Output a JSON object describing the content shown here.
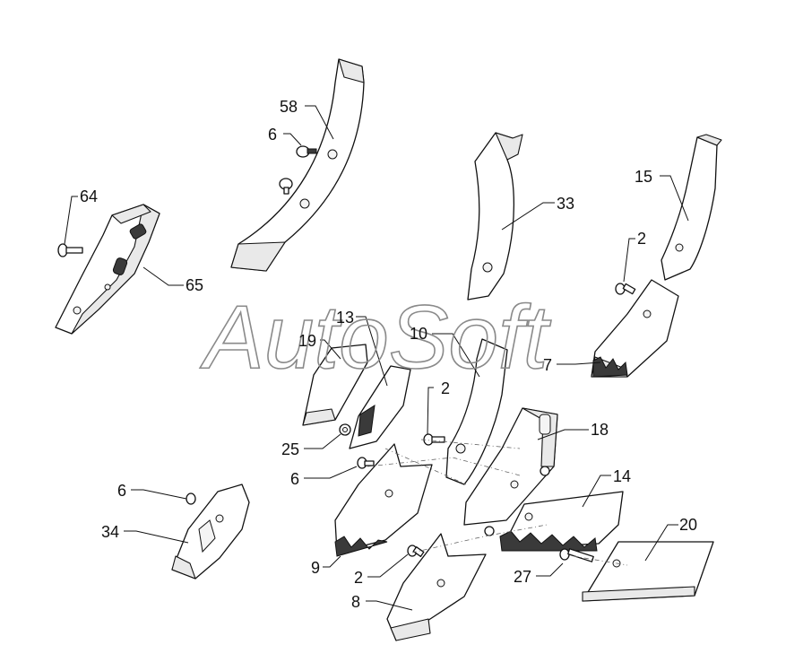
{
  "watermark": "AutoSoft",
  "callouts": {
    "c58": "58",
    "c6a": "6",
    "c64": "64",
    "c65": "65",
    "c33": "33",
    "c15": "15",
    "c2a": "2",
    "c7": "7",
    "c13": "13",
    "c19": "19",
    "c10": "10",
    "c2b": "2",
    "c18": "18",
    "c25": "25",
    "c6b": "6",
    "c14": "14",
    "c6c": "6",
    "c34": "34",
    "c20": "20",
    "c9": "9",
    "c2c": "2",
    "c27": "27",
    "c8": "8"
  }
}
